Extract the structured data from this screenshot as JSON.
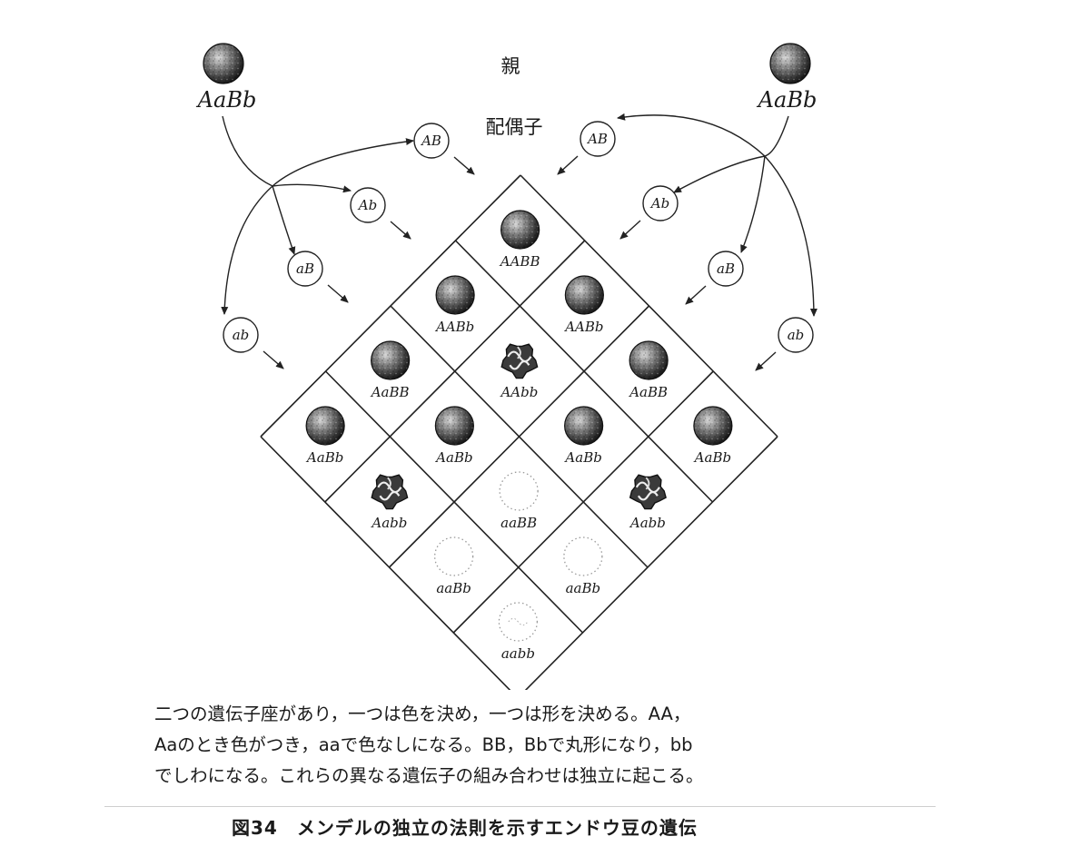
{
  "header": {
    "parents_label": "親",
    "gametes_label": "配偶子"
  },
  "parents": [
    {
      "genotype": "AaBb",
      "phenotype": "colored-round"
    },
    {
      "genotype": "AaBb",
      "phenotype": "colored-round"
    }
  ],
  "gametes_left": [
    "AB",
    "Ab",
    "aB",
    "ab"
  ],
  "gametes_right": [
    "AB",
    "Ab",
    "aB",
    "ab"
  ],
  "offspring": [
    {
      "row": 0,
      "col": 0,
      "genotype": "AABB",
      "phenotype": "colored-round"
    },
    {
      "row": 0,
      "col": 1,
      "genotype": "AABb",
      "phenotype": "colored-round"
    },
    {
      "row": 0,
      "col": 2,
      "genotype": "AaBB",
      "phenotype": "colored-round"
    },
    {
      "row": 0,
      "col": 3,
      "genotype": "AaBb",
      "phenotype": "colored-round"
    },
    {
      "row": 1,
      "col": 0,
      "genotype": "AABb",
      "phenotype": "colored-round"
    },
    {
      "row": 1,
      "col": 1,
      "genotype": "AAbb",
      "phenotype": "colored-wrinkled"
    },
    {
      "row": 1,
      "col": 2,
      "genotype": "AaBb",
      "phenotype": "colored-round"
    },
    {
      "row": 1,
      "col": 3,
      "genotype": "Aabb",
      "phenotype": "colored-wrinkled"
    },
    {
      "row": 2,
      "col": 0,
      "genotype": "AaBB",
      "phenotype": "colored-round"
    },
    {
      "row": 2,
      "col": 1,
      "genotype": "AaBb",
      "phenotype": "colored-round"
    },
    {
      "row": 2,
      "col": 2,
      "genotype": "aaBB",
      "phenotype": "colorless-round"
    },
    {
      "row": 2,
      "col": 3,
      "genotype": "aaBb",
      "phenotype": "colorless-round"
    },
    {
      "row": 3,
      "col": 0,
      "genotype": "AaBb",
      "phenotype": "colored-round"
    },
    {
      "row": 3,
      "col": 1,
      "genotype": "Aabb",
      "phenotype": "colored-wrinkled"
    },
    {
      "row": 3,
      "col": 2,
      "genotype": "aaBb",
      "phenotype": "colorless-round"
    },
    {
      "row": 3,
      "col": 3,
      "genotype": "aabb",
      "phenotype": "colorless-wrinkled"
    }
  ],
  "caption": [
    "二つの遺伝子座があり，一つは色を決め，一つは形を決める。AA，",
    "Aaのとき色がつき，aaで色なしになる。BB，Bbで丸形になり，bb",
    "でしわになる。これらの異なる遺伝子の組み合わせは独立に起こる。"
  ],
  "figure_title": "図34　メンデルの独立の法則を示すエンドウ豆の遺伝"
}
